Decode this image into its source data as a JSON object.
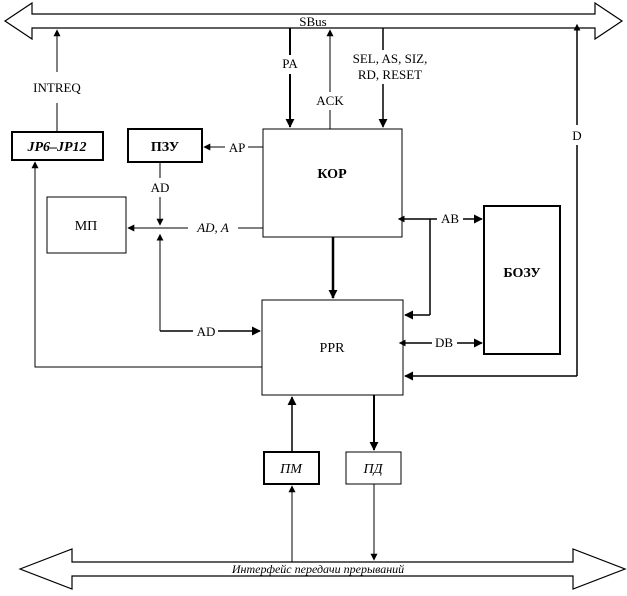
{
  "buses": {
    "top": "SBus",
    "bottom": "Интерфейс передачи прерываний"
  },
  "blocks": {
    "jp": "JP6–JP12",
    "pzu": "ПЗУ",
    "mp": "МП",
    "kor": "КОР",
    "ppr": "PPR",
    "bozu": "БОЗУ",
    "pm": "ПМ",
    "pd": "ПД"
  },
  "signals": {
    "intreq": "INTREQ",
    "pa": "PA",
    "ack": "ACK",
    "sel_line1": "SEL, AS, SIZ,",
    "sel_line2": "RD, RESET",
    "d": "D",
    "ap": "AP",
    "ad_vertical": "AD",
    "ad_a": "AD, A",
    "ad_horizontal": "AD",
    "ab": "AB",
    "db": "DB"
  }
}
